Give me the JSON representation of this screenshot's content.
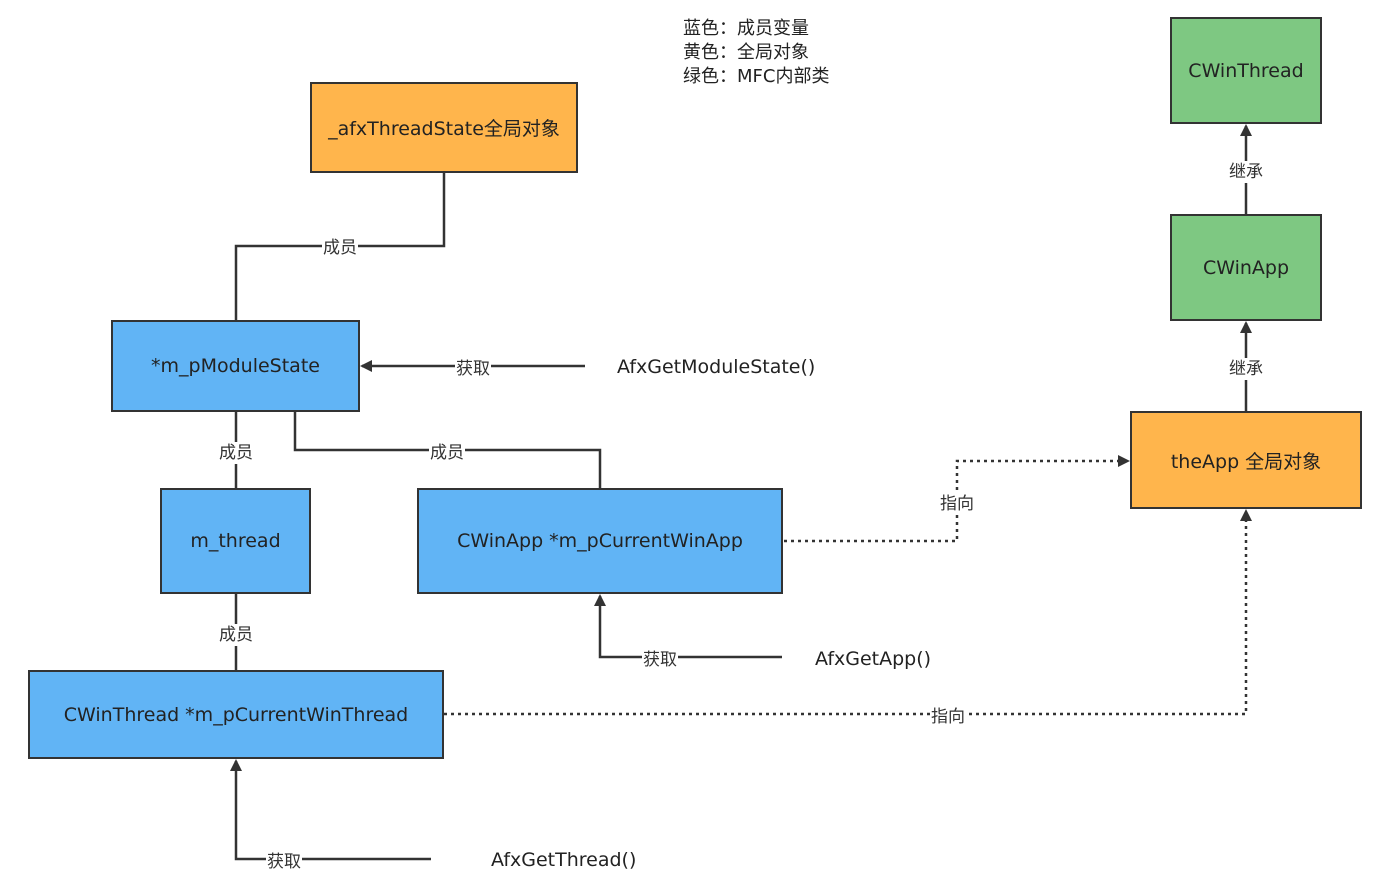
{
  "colors": {
    "member": "#61b4f5",
    "global": "#ffb54c",
    "mfc": "#7ec882",
    "stroke": "#333333"
  },
  "legend": [
    "蓝色：成员变量",
    "黄色：全局对象",
    "绿色：MFC内部类"
  ],
  "nodes": {
    "afx_thread_state": "_afxThreadState全局对象",
    "module_state": "*m_pModuleState",
    "m_thread": "m_thread",
    "current_win_app": "CWinApp *m_pCurrentWinApp",
    "current_win_thread": "CWinThread *m_pCurrentWinThread",
    "the_app": "theApp 全局对象",
    "cwinapp_class": "CWinApp",
    "cwinthread_class": "CWinThread"
  },
  "functions": {
    "get_module_state": "AfxGetModuleState()",
    "get_app": "AfxGetApp()",
    "get_thread": "AfxGetThread()"
  },
  "edge_labels": {
    "member": "成员",
    "get": "获取",
    "points_to": "指向",
    "inherits": "继承"
  }
}
